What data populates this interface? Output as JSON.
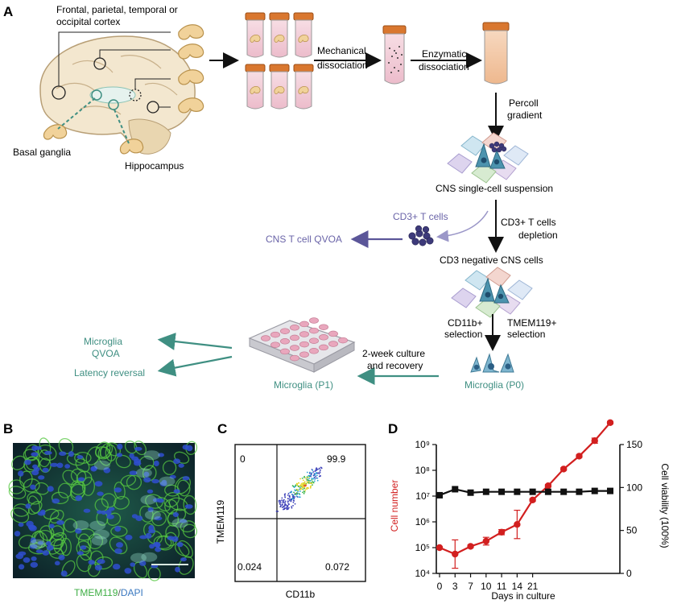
{
  "panels": {
    "a": "A",
    "b": "B",
    "c": "C",
    "d": "D"
  },
  "panelA": {
    "cortex_label_1": "Frontal, parietal, temporal or",
    "cortex_label_2": "occipital cortex",
    "basal_ganglia": "Basal ganglia",
    "hippocampus": "Hippocampus",
    "mech_1": "Mechanical",
    "mech_2": "dissociation",
    "enz_1": "Enzymatic",
    "enz_2": "dissociation",
    "percoll_1": "Percoll",
    "percoll_2": "gradient",
    "suspension": "CNS single-cell suspension",
    "cd3_t_cells": "CD3+ T cells",
    "cns_qvoa": "CNS T cell QVOA",
    "depletion_1": "CD3+ T cells",
    "depletion_2": "depletion",
    "cd3_negative": "CD3 negative CNS  cells",
    "cd11b_1": "CD11b+",
    "cd11b_2": "selection",
    "tmem_1": "TMEM119+",
    "tmem_2": "selection",
    "culture_1": "2-week culture",
    "culture_2": "and recovery",
    "microglia_p0": "Microglia (P0)",
    "microglia_p1": "Microglia (P1)",
    "microglia_qvoa_1": "Microglia",
    "microglia_qvoa_2": "QVOA",
    "latency": "Latency reversal"
  },
  "panelB": {
    "caption_green": "TMEM119",
    "caption_sep": "/",
    "caption_blue": "DAPI"
  },
  "panelC": {
    "ylabel": "TMEM119",
    "xlabel": "CD11b",
    "q_upper_left": "0",
    "q_upper_right": "99.9",
    "q_lower_left": "0.024",
    "q_lower_right": "0.072"
  },
  "colors": {
    "teal": "#3f8f82",
    "purple": "#6a64a8",
    "red": "#d21f1f",
    "black": "#111111"
  },
  "chart_data": {
    "type": "line",
    "xlabel": "Days in culture",
    "ylabel_left": "Cell number",
    "ylabel_right": "Cell viability (100%)",
    "x_ticks": [
      "0",
      "3",
      "7",
      "10",
      "11",
      "14",
      "21"
    ],
    "ylim_left_log10": [
      4,
      9
    ],
    "y_ticks_left": [
      "10⁴",
      "10⁵",
      "10⁶",
      "10⁷",
      "10⁸",
      "10⁹"
    ],
    "ylim_right": [
      0,
      150
    ],
    "y_ticks_right": [
      "0",
      "50",
      "100",
      "150"
    ],
    "series": [
      {
        "name": "Cell number",
        "axis": "left",
        "color": "#d21f1f",
        "x_index": [
          0,
          1,
          2,
          3,
          4,
          5,
          6,
          7,
          8,
          9,
          10,
          11
        ],
        "log10_values": [
          5.0,
          4.75,
          5.05,
          5.25,
          5.6,
          5.9,
          6.85,
          7.4,
          8.05,
          8.55,
          9.15,
          9.85
        ],
        "err_log10": [
          0,
          0.55,
          0.05,
          0.15,
          0.1,
          0.55,
          0.05,
          0.05,
          0.05,
          0.05,
          0.1,
          0.05
        ]
      },
      {
        "name": "Cell viability",
        "axis": "right",
        "color": "#111111",
        "x_index": [
          0,
          1,
          2,
          3,
          4,
          5,
          6,
          7,
          8,
          9,
          10,
          11
        ],
        "values": [
          91,
          98,
          94,
          95,
          95,
          95,
          95,
          95,
          95,
          95,
          96,
          96
        ]
      }
    ]
  }
}
